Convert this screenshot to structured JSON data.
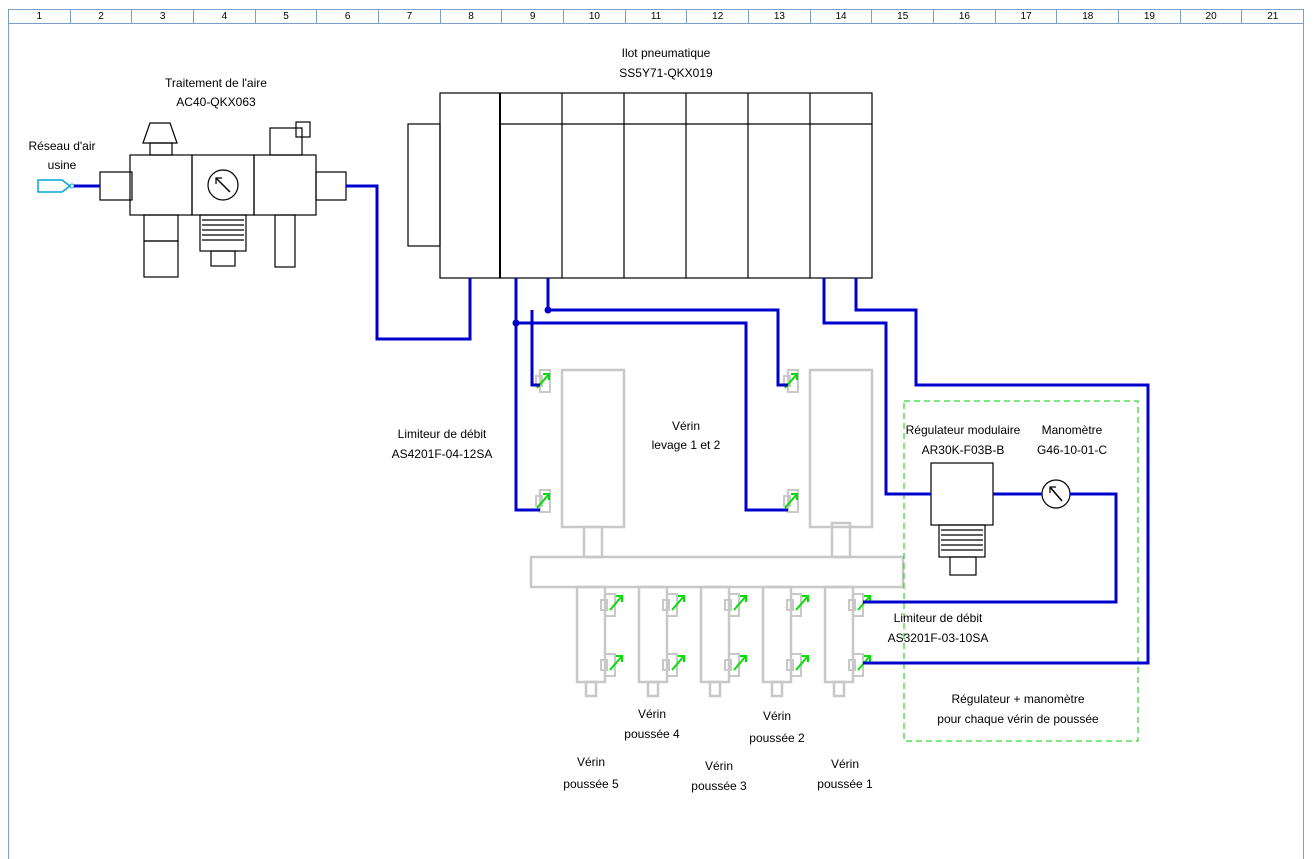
{
  "ruler": [
    "1",
    "2",
    "3",
    "4",
    "5",
    "6",
    "7",
    "8",
    "9",
    "10",
    "11",
    "12",
    "13",
    "14",
    "15",
    "16",
    "17",
    "18",
    "19",
    "20",
    "21"
  ],
  "colors": {
    "air_line": "#0000cc",
    "component": "#c8c8c8",
    "flow_arrow": "#00e000",
    "group_box": "#00cc00",
    "grid": "#7aa0c8"
  },
  "labels": {
    "air_network": [
      "Réseau d'air",
      "usine"
    ],
    "air_treatment": [
      "Traitement de l'aire",
      "AC40-QKX063"
    ],
    "valve_island": [
      "Ilot pneumatique",
      "SS5Y71-QKX019"
    ],
    "lift_cylinder": [
      "Vérin",
      "levage 1 et 2"
    ],
    "flow_limiter_1": [
      "Limiteur de débit",
      "AS4201F-04-12SA"
    ],
    "regulator": [
      "Régulateur modulaire",
      "AR30K-F03B-B"
    ],
    "gauge": [
      "Manomètre",
      "G46-10-01-C"
    ],
    "flow_limiter_2": [
      "Limiteur de débit",
      "AS3201F-03-10SA"
    ],
    "group_note": [
      "Régulateur + manomètre",
      "pour chaque vérin de poussée"
    ],
    "push_4": [
      "Vérin",
      "poussée 4"
    ],
    "push_2": [
      "Vérin",
      "poussée 2"
    ],
    "push_5": [
      "Vérin",
      "poussée 5"
    ],
    "push_3": [
      "Vérin",
      "poussée 3"
    ],
    "push_1": [
      "Vérin",
      "poussée 1"
    ]
  }
}
